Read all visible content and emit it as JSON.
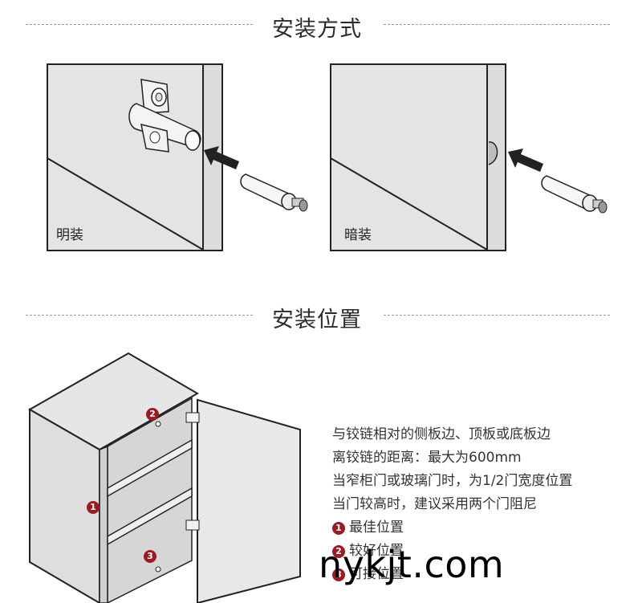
{
  "sections": {
    "install_method": {
      "title": "安装方式"
    },
    "install_position": {
      "title": "安装位置"
    }
  },
  "panels": {
    "surface": {
      "label": "明装"
    },
    "concealed": {
      "label": "暗装"
    }
  },
  "info": {
    "lines": [
      "与铰链相对的侧板边、顶板或底板边",
      "离铰链的距离：最大为600mm",
      "当窄柜门或玻璃门时，为1/2门宽度位置",
      "当门较高时，建议采用两个门阻尼"
    ],
    "legend": [
      {
        "num": "1",
        "text": "最佳位置"
      },
      {
        "num": "2",
        "text": "较好位置"
      },
      {
        "num": "3",
        "text": "可接位置"
      }
    ]
  },
  "markers": [
    "1",
    "2",
    "3"
  ],
  "watermark": "nykjt.com",
  "colors": {
    "accent": "#9a1c22",
    "panel_gray": "#e4e4e4"
  }
}
